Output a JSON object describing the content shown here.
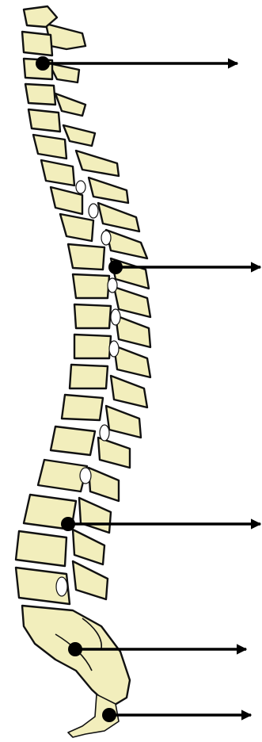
{
  "diagram": {
    "subject": "spine-lateral-view",
    "colors": {
      "bone_fill": "#f2eebc",
      "outline": "#111111",
      "pointer": "#000000",
      "background": "#ffffff"
    },
    "pointers": [
      {
        "id": "cervical",
        "label": ""
      },
      {
        "id": "thoracic",
        "label": ""
      },
      {
        "id": "lumbar",
        "label": ""
      },
      {
        "id": "sacrum",
        "label": ""
      },
      {
        "id": "coccyx",
        "label": ""
      }
    ]
  }
}
